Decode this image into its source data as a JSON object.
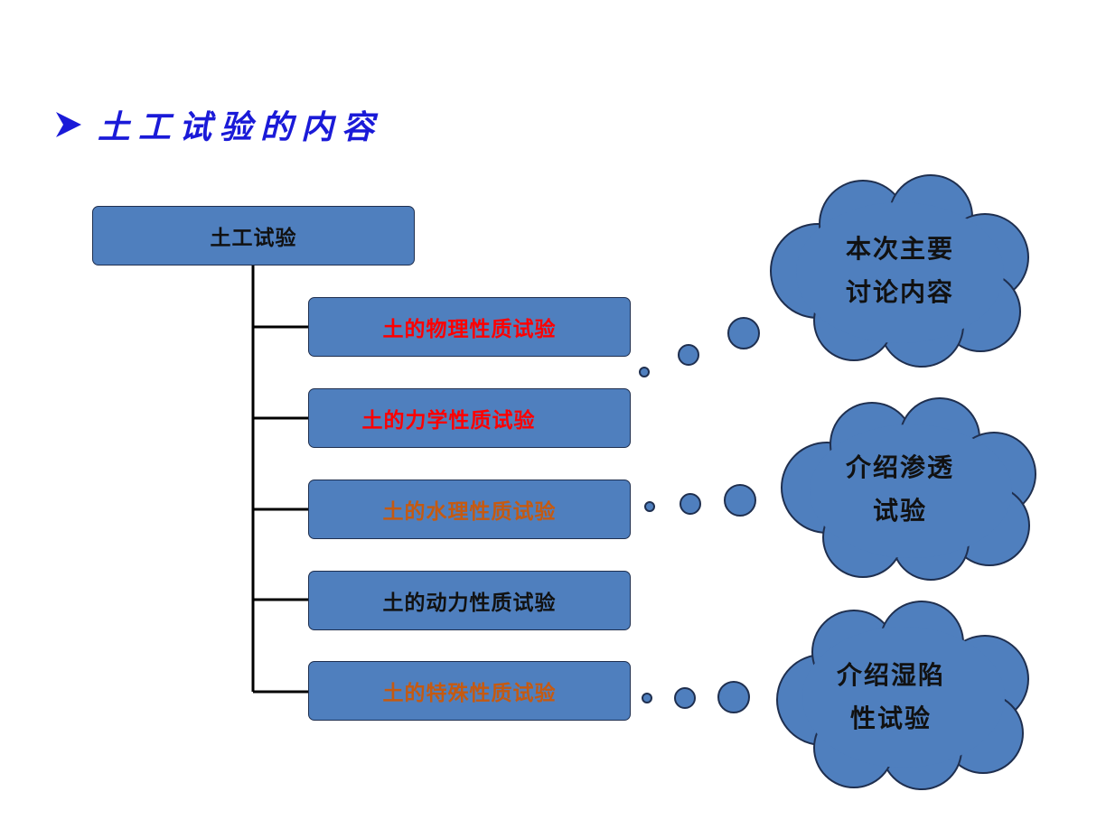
{
  "slide": {
    "title": "土工试验的内容"
  },
  "tree": {
    "root": "土工试验",
    "children": [
      {
        "label": "土的物理性质试验",
        "color": "#ff0000"
      },
      {
        "label": "土的力学性质试验",
        "color": "#ff0000"
      },
      {
        "label": "土的水理性质试验",
        "color": "#c55a11"
      },
      {
        "label": "土的动力性质试验",
        "color": "#111111"
      },
      {
        "label": "土的特殊性质试验",
        "color": "#c55a11"
      }
    ]
  },
  "callouts": [
    {
      "line1": "本次主要",
      "line2": "讨论内容"
    },
    {
      "line1": "介绍渗透",
      "line2": "试验"
    },
    {
      "line1": "介绍湿陷",
      "line2": "性试验"
    }
  ],
  "colors": {
    "title": "#1a1ad8",
    "box_fill": "#4f7fbe",
    "box_border": "#1f2f4f",
    "connector": "#000000"
  }
}
